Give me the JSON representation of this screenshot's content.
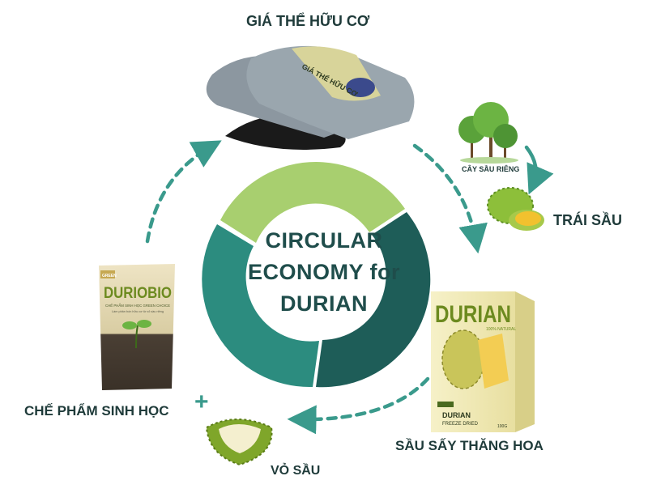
{
  "diagram": {
    "center": {
      "line1": "CIRCULAR",
      "line2": "ECONOMY for",
      "line3": "DURIAN"
    },
    "nodes": {
      "substrate": "GIÁ THỂ HỮU CƠ",
      "tree": "CÂY SẦU RIÊNG",
      "fruit": "TRÁI SẦU",
      "freeze_dried": "SẦU SẤY THĂNG HOA",
      "husk": "VỎ SẦU",
      "bio_product": "CHẾ PHẨM SINH HỌC",
      "plus": "+"
    },
    "products": {
      "duriobio_brand": "DURIOBIO",
      "duriobio_subtitle": "CHẾ PHẨM SINH HỌC GREEN CHOICE",
      "duriobio_small": "Làm phân bón hữu cơ từ vỏ sầu riêng",
      "pouch_logo": "GREEN",
      "box_brand": "DURIAN",
      "box_natural": "100% NATURAL",
      "box_name": "DURIAN",
      "box_desc": "FREEZE DRIED",
      "box_weight": "100G",
      "bag_label": "GIÁ THỂ HỮU CƠ"
    },
    "colors": {
      "ring_light": "#a8cf6f",
      "ring_mid": "#2f8f84",
      "ring_dark": "#1e5d58",
      "ring_teal": "#2c8c7f",
      "arrow": "#3a9a8c",
      "text_dark": "#1f3b3a"
    }
  }
}
